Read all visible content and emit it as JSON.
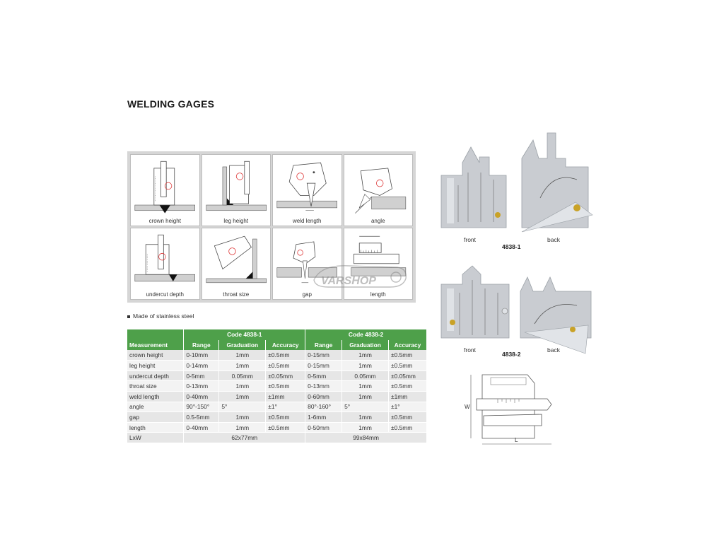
{
  "title": "WELDING GAGES",
  "diagrams": [
    {
      "label": "crown height"
    },
    {
      "label": "leg height"
    },
    {
      "label": "weld length"
    },
    {
      "label": "angle"
    },
    {
      "label": "undercut depth"
    },
    {
      "label": "throat size"
    },
    {
      "label": "gap"
    },
    {
      "label": "length"
    }
  ],
  "watermark": "VARSHOP",
  "material_note": "Made of stainless steel",
  "table": {
    "group_headers": [
      "Code 4838-1",
      "Code 4838-2"
    ],
    "columns": [
      "Measurement",
      "Range",
      "Graduation",
      "Accuracy",
      "Range",
      "Graduation",
      "Accuracy"
    ],
    "rows": [
      [
        "crown height",
        "0-10mm",
        "1mm",
        "±0.5mm",
        "0-15mm",
        "1mm",
        "±0.5mm"
      ],
      [
        "leg height",
        "0-14mm",
        "1mm",
        "±0.5mm",
        "0-15mm",
        "1mm",
        "±0.5mm"
      ],
      [
        "undercut depth",
        "0-5mm",
        "0.05mm",
        "±0.05mm",
        "0-5mm",
        "0.05mm",
        "±0.05mm"
      ],
      [
        "throat size",
        "0-13mm",
        "1mm",
        "±0.5mm",
        "0-13mm",
        "1mm",
        "±0.5mm"
      ],
      [
        "weld length",
        "0-40mm",
        "1mm",
        "±1mm",
        "0-60mm",
        "1mm",
        "±1mm"
      ],
      [
        "angle",
        "90°-150°",
        "5°",
        "±1°",
        "80°-160°",
        "5°",
        "±1°"
      ],
      [
        "gap",
        "0.5-5mm",
        "1mm",
        "±0.5mm",
        "1-6mm",
        "1mm",
        "±0.5mm"
      ],
      [
        "length",
        "0-40mm",
        "1mm",
        "±0.5mm",
        "0-50mm",
        "1mm",
        "±0.5mm"
      ]
    ],
    "size_row": {
      "label": "LxW",
      "code1": "62x77mm",
      "code2": "99x84mm"
    }
  },
  "products": [
    {
      "code": "4838-1",
      "front": "front",
      "back": "back"
    },
    {
      "code": "4838-2",
      "front": "front",
      "back": "back"
    }
  ],
  "dimension": {
    "width": "W",
    "length": "L"
  },
  "colors": {
    "table_header": "#4ea04a",
    "gauge_steel": "#c9ccd1",
    "brass": "#c9a227"
  }
}
